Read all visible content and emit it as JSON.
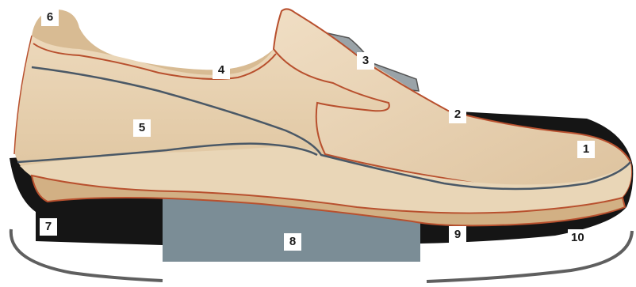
{
  "diagram": {
    "callouts": {
      "c1": "1",
      "c2": "2",
      "c3": "3",
      "c4": "4",
      "c5": "5",
      "c6": "6",
      "c7": "7",
      "c8": "8",
      "c9": "9",
      "c10": "10"
    }
  },
  "colors": {
    "leather_light": "#e7d3b4",
    "leather_mid": "#d8bb93",
    "leather_dark": "#c9a57a",
    "stitch_red": "#b8502e",
    "seam_blue": "#4a5866",
    "outsole_black": "#151515",
    "midsole_gray": "#7b8d96",
    "buckle_gray": "#9aa3a8",
    "floor_gray": "#5f5f5f"
  }
}
